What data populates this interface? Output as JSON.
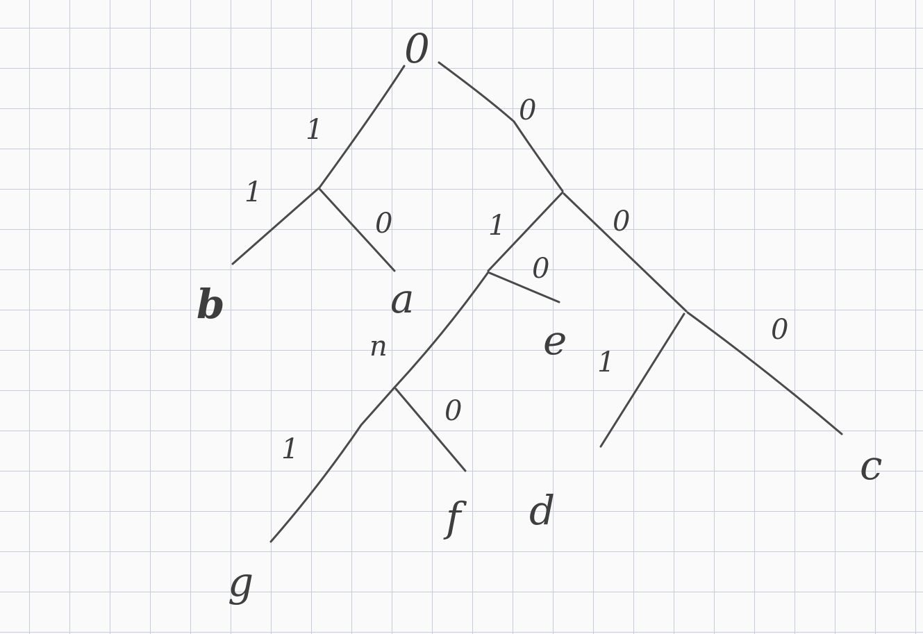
{
  "tree": {
    "root_label": "0",
    "edge_labels": {
      "root_left": "1",
      "root_right": "0",
      "n1_left": "1",
      "n1_right": "0",
      "n2_left": "1",
      "n2_right": "0",
      "n3_left": "n",
      "n3_right": "0",
      "n4_left": "1",
      "n4_right": "0",
      "n5_left": "1",
      "n5_right": "0"
    },
    "leaves": {
      "b": "b",
      "a": "a",
      "e": "e",
      "g": "g",
      "f": "f",
      "d": "d",
      "c": "c"
    }
  }
}
